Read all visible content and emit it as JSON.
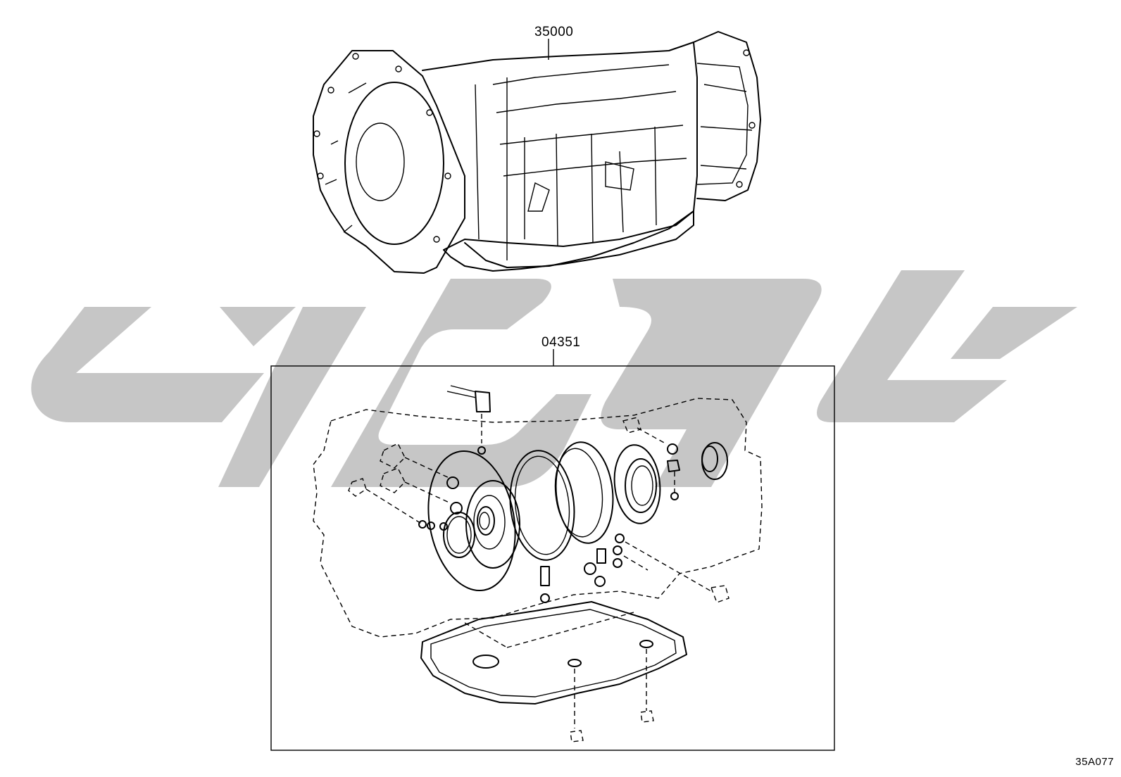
{
  "diagram": {
    "labels": {
      "transmission_assy": "35000",
      "gasket_kit": "04351",
      "illustration_code": "35A077"
    },
    "colors": {
      "line": "#000000",
      "watermark": "#c6c6c6",
      "background": "#ffffff"
    }
  }
}
